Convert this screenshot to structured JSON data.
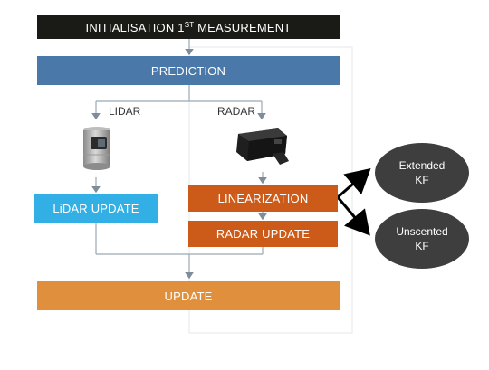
{
  "blocks": {
    "init": {
      "label": "INITIALISATION 1",
      "superscript": "ST",
      "label_tail": " MEASUREMENT"
    },
    "prediction": "PREDICTION",
    "lidar_update": "LiDAR UPDATE",
    "linearization": "LINEARIZATION",
    "radar_update": "RADAR UPDATE",
    "update": "UPDATE"
  },
  "branches": {
    "lidar": "LIDAR",
    "radar": "RADAR"
  },
  "filters": {
    "extended": {
      "line1": "Extended",
      "line2": "KF"
    },
    "unscented": {
      "line1": "Unscented",
      "line2": "KF"
    }
  },
  "colors": {
    "init_bg": "#1a1a17",
    "prediction_bg": "#4a78a8",
    "lidar_update_bg": "#32b0e6",
    "radar_bg": "#cc5a18",
    "update_bg": "#e0903d",
    "ellipse_bg": "#3e3e3e",
    "connector": "#9aa8b5"
  },
  "icons": {
    "lidar_sensor": "lidar-sensor-icon",
    "radar_sensor": "radar-sensor-icon"
  }
}
